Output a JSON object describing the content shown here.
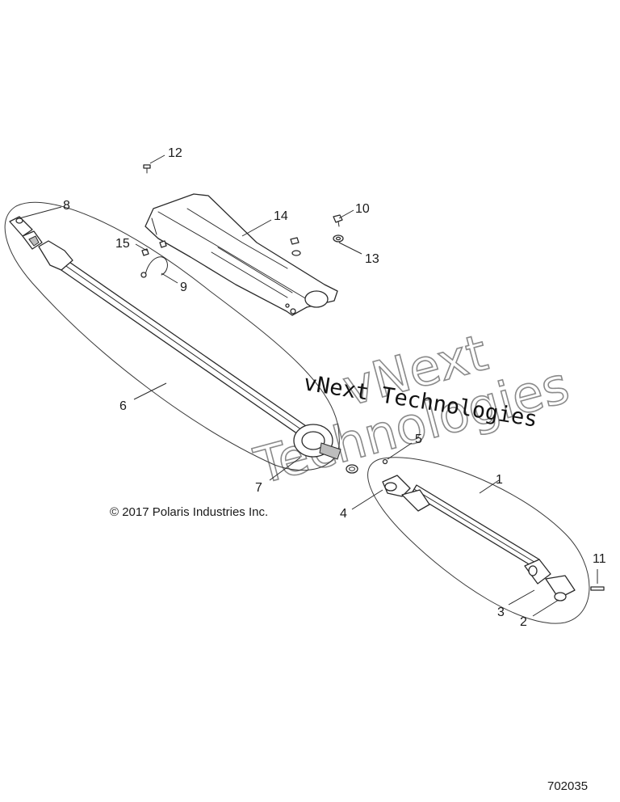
{
  "callouts": [
    {
      "id": "1",
      "label": "1"
    },
    {
      "id": "2",
      "label": "2"
    },
    {
      "id": "3",
      "label": "3"
    },
    {
      "id": "4",
      "label": "4"
    },
    {
      "id": "5",
      "label": "5"
    },
    {
      "id": "6",
      "label": "6"
    },
    {
      "id": "7",
      "label": "7"
    },
    {
      "id": "8",
      "label": "8"
    },
    {
      "id": "9",
      "label": "9"
    },
    {
      "id": "10",
      "label": "10"
    },
    {
      "id": "11",
      "label": "11"
    },
    {
      "id": "12",
      "label": "12"
    },
    {
      "id": "13",
      "label": "13"
    },
    {
      "id": "14",
      "label": "14"
    },
    {
      "id": "15",
      "label": "15"
    }
  ],
  "copyright": "© 2017 Polaris Industries Inc.",
  "drawing_number": "702035",
  "watermark": {
    "primary": "vNext Technologies",
    "outline_line1": "vNext",
    "outline_line2": "Technologies"
  }
}
